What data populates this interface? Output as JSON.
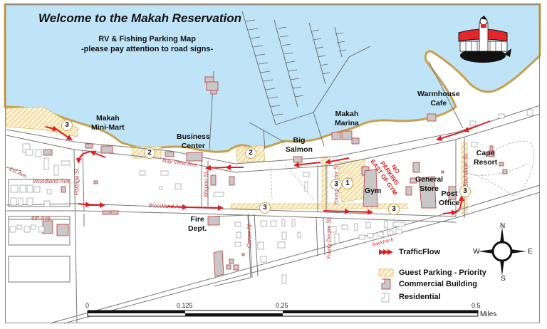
{
  "title": "Welcome to the Makah Reservation",
  "subtitle": {
    "line1": "RV & Fishing Parking Map",
    "line2": "-please pay attention to road signs-"
  },
  "places": {
    "mini_mart": [
      "Makah",
      "Mini-Mart"
    ],
    "business_center": [
      "Business",
      "Center"
    ],
    "big_salmon": [
      "Big",
      "Salmon"
    ],
    "marina": [
      "Makah",
      "Marina"
    ],
    "warmhouse": [
      "Warmhouse",
      "Cafe"
    ],
    "cape_resort": [
      "Cape",
      "Resort"
    ],
    "gym": "Gym",
    "general_store": [
      "General",
      "Store"
    ],
    "post_office": [
      "Post",
      "Office"
    ],
    "fire_dept": [
      "Fire",
      "Dept."
    ]
  },
  "no_parking_notice": [
    "NO",
    "PARKING",
    "EAST OF GYM"
  ],
  "streets": {
    "bay_view": "Bay View Ave.",
    "woodland_west": "Woodland Ave.",
    "woodland_mid": "Woodland Ave.",
    "first_ave": "1st Ave.",
    "sixth_ave": "6th Ave.",
    "portage": "Portage St.",
    "wispoo": "Wispoo St.",
    "canoe": "Canoe St.",
    "young_doctor_n": "Young Doctor St.",
    "young_doctor_s": "Young Doctor St.",
    "buchanan": "Buchanan St.",
    "backtrack": "Backtrack"
  },
  "parking_badges": {
    "mini_mart": "3",
    "west_2": "2",
    "business_2": "2",
    "gym_1": "1",
    "young_doctor_3": "3",
    "woodland_3a": "3",
    "woodland_3b": "3",
    "buchanan_3": "3"
  },
  "legend": {
    "items": [
      {
        "label": "TrafficFlow",
        "icon": "traffic-arrows-icon"
      },
      {
        "label": "Guest Parking - Priority",
        "icon": "hatched-swatch-icon"
      },
      {
        "label": "Commercial Building",
        "icon": "commercial-building-icon"
      },
      {
        "label": "Residential",
        "icon": "residential-building-icon"
      }
    ]
  },
  "compass": {
    "n": "N",
    "s": "S",
    "e": "E",
    "w": "W"
  },
  "scale_bar": {
    "ticks": [
      "0",
      "0.125",
      "0.25",
      "0.5"
    ],
    "unit": "Miles"
  },
  "colors": {
    "water": "#bfe3f7",
    "shoreline": "#c9a04a",
    "traffic": "#e01e1e",
    "parking_fill": "#fbe9b3",
    "commercial_fill": "#c8c8c8",
    "commercial_stroke": "#c4464a",
    "road": "#777777"
  }
}
